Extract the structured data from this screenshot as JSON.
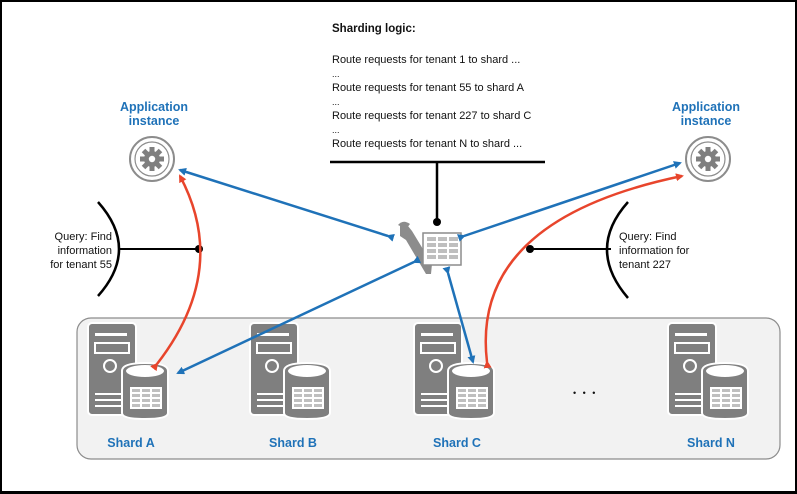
{
  "sharding_logic": {
    "title": "Sharding logic:",
    "rules": [
      "Route requests for tenant 1 to shard ...",
      "...",
      "Route requests for tenant 55 to shard A",
      "...",
      "Route requests for tenant 227 to shard C",
      "...",
      "Route requests for tenant N to shard ..."
    ]
  },
  "app_instances": [
    {
      "label_line1": "Application",
      "label_line2": "instance"
    },
    {
      "label_line1": "Application",
      "label_line2": "instance"
    }
  ],
  "queries": [
    {
      "lines": [
        "Query: Find",
        "information",
        "for tenant 55"
      ]
    },
    {
      "lines": [
        "Query: Find",
        "information for",
        "tenant 227"
      ]
    }
  ],
  "shards": [
    {
      "label": "Shard A"
    },
    {
      "label": "Shard B"
    },
    {
      "label": "Shard C"
    },
    {
      "label": "Shard N"
    }
  ],
  "shard_gap_ellipsis": "• • •",
  "colors": {
    "blue_arrow": "#1f72b8",
    "red_arrow": "#e8452c",
    "icon_gray": "#7f7f7f",
    "shard_panel": "#f2f2f2",
    "label_blue": "#1f72b8"
  }
}
